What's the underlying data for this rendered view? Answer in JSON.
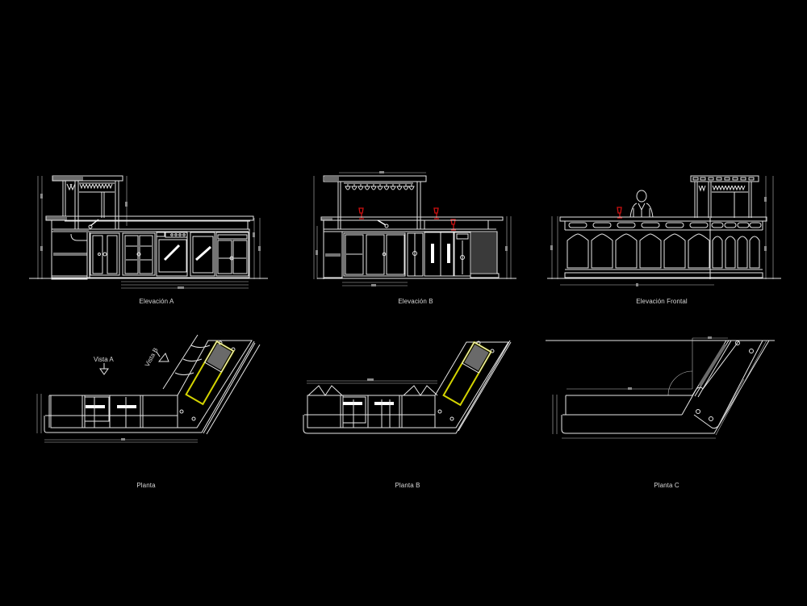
{
  "drawing": {
    "background": "#000000",
    "line_color": "#e6e6e6",
    "accent_colors": {
      "glass_red": "#d01010",
      "highlight_yellow": "#d4d400",
      "hatch_gray": "#6a6a6a"
    }
  },
  "views": {
    "elevation_a": {
      "title": "Elevación A"
    },
    "elevation_b": {
      "title": "Elevación B"
    },
    "elevation_frontal": {
      "title": "Elevación Frontal"
    },
    "plan": {
      "title": "Planta",
      "markers": {
        "vista_a": "Vista A",
        "vista_b": "Vista B"
      }
    },
    "plan_b": {
      "title": "Planta B"
    },
    "plan_c": {
      "title": "Planta C"
    }
  }
}
